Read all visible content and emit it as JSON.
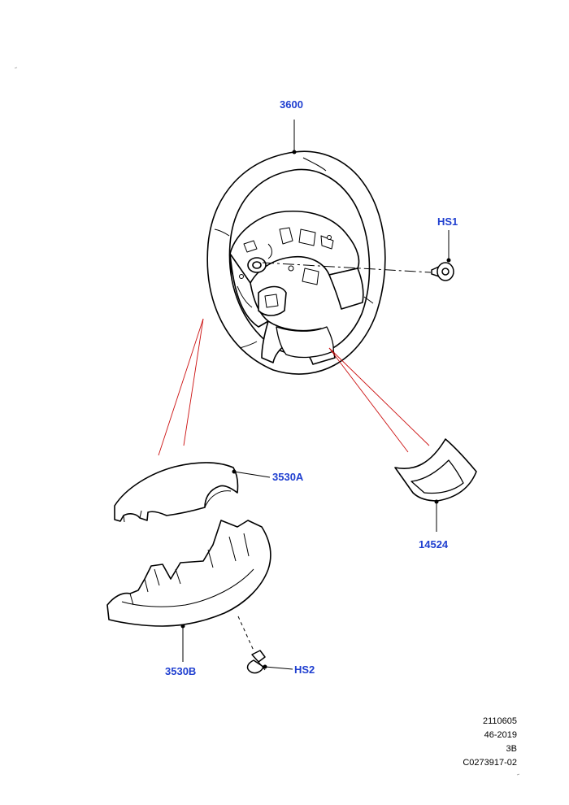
{
  "colors": {
    "callout_text": "#1f3fd0",
    "leader_red": "#cc1111",
    "line_black": "#000000",
    "part_fill": "#ffffff"
  },
  "parts": {
    "steering_wheel": {
      "label": "3600",
      "icon": "steering-wheel-icon"
    },
    "screw_hs1": {
      "label": "HS1",
      "icon": "screw-icon"
    },
    "shroud_upper": {
      "label": "3530A",
      "icon": "upper-shroud-icon"
    },
    "trim_panel": {
      "label": "14524",
      "icon": "bezel-trim-icon"
    },
    "shroud_lower": {
      "label": "3530B",
      "icon": "lower-shroud-icon"
    },
    "screw_hs2": {
      "label": "HS2",
      "icon": "screw-icon"
    }
  },
  "meta": {
    "line1": "2110605",
    "line2": "46-2019",
    "line3": "3B",
    "line4": "C0273917-02"
  }
}
